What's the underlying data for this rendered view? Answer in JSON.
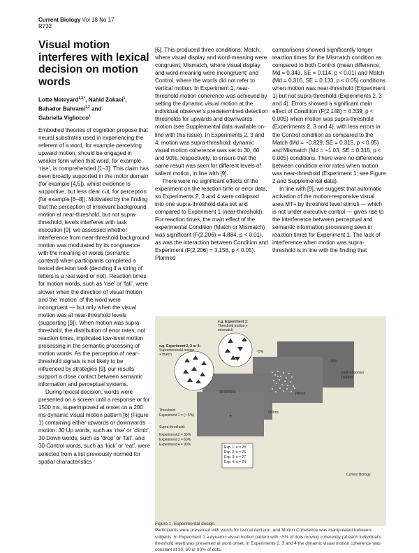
{
  "header": {
    "journal": "Current Biology",
    "volume": " Vol 18 No 17",
    "page": "R732"
  },
  "article": {
    "title": "Visual motion interferes with lexical decision on motion words",
    "authors": [
      {
        "name": "Lotte Meteyard",
        "sup": "1,3,*"
      },
      {
        "name": "Nahid Zokaei",
        "sup": "1"
      },
      {
        "name": "Bahador Bahrami",
        "sup": "1,2"
      },
      {
        "name": "Gabriella Vigliocco",
        "sup": "1"
      }
    ]
  },
  "text": {
    "p1": "Embodied theories of cognition propose that neural substrates used in experiencing the referent of a word, for example perceiving upward motion, should be engaged in weaker form when that word, for example ‘rise’, is comprehended [1–3]. This claim has been broadly supported in the motor domain (for example [4,5]), whilst evidence is supportive, but less clear cut, for perception (for example [6–8]). Motivated by the finding that the perception of irrelevant background motion at near-threshold, but not supra-threshold, levels interferes with task execution [9], we assessed whether interference from near-threshold background motion was modulated by its congruence with the meaning of words (semantic content) when participants completed a lexical decision task (deciding if a string of letters is a real word or not). Reaction times for motion words, such as ‘rise’ or ‘fall’, were slower when the direction of visual motion and the ‘motion’ of the word were incongruent — but only when the visual motion was at near-threshold levels (supporting [9]). When motion was supra-threshold, the distribution of error rates, not reaction times, implicated low-level motion processing in the semantic processing of motion words. As the perception of near-threshold signals is not likely to be influenced by strategies [9], our results support a close contact between semantic information and perceptual systems.",
    "p2": "During lexical decision, words were presented on a screen until a response or for 1500 ms, superimposed at onset on a 200 ms dynamic visual motion pattern [6] (Figure 1) containing either upwards or downwards motion: 30 Up words, such as ‘rise’ or ‘climb’, 30 Down words, such as ‘drop’ or ‘fall’, and 30 Control words, such as ‘kick’ or ‘eat’, were selected from a list previously normed for spatial characteristics",
    "p3": "[6]. This produced three conditions: Match, where visual display and word-meaning were congruent; Mismatch, where visual display and word-meaning were incongruent; and Control, where the words did not refer to vertical motion. In Experiment 1, near-threshold motion coherence was achieved by setting the dynamic visual motion at the individual observer’s predetermined detection thresholds for upwards and downwards motion (see Supplemental data available on-line with this issue). In Experiments 2, 3 and 4, motion was supra-threshold: dynamic visual motion coherence was set to 30, 60 and 90%, respectively, to ensure that the same result was seen for different levels of salient motion, in line with [9].",
    "p4": "There were no significant effects of the experiment on the reaction time or error data, so Experiments 2, 3 and 4 were collapsed into one supra-threshold data set and compared to Experiment 1 (near-threshold). For reaction times, the main effect of the experimental Condition (Match or Mismatch) was significant (F(2,206) = 4.884, p < 0.01), as was the interaction between Condition and Experiment (F(2,206) = 3.158, p < 0.05). Planned",
    "p5": "comparisons showed significantly longer reaction times for the Mismatch condition as compared to both Control (mean difference, Md = 0.343, SE = 0.114, p < 0.01) and Match (Md = 0.316, SE = 0.133, p < 0.05) conditions when motion was near-threshold (Experiment 1) but not supra-threshold (Experiments 2, 3 and 4). Errors showed a significant main effect of Condition (F(2,148) = 6.339, p < 0.005) when motion was supra-threshold (Experiments 2, 3 and 4), with less errors in the Control condition as compared to the Match (Md = −0.829, SE = 0.315, p < 0.05) and Mismatch (Md = −1.03, SE = 0.315, p < 0.005) conditions. There were no differences between condition error rates when motion was near-threshold (Experiment 1; see Figure 2 and Supplemental data).",
    "p6": "In line with [9], we suggest that automatic activation of the motion-responsive visual area MT+ by threshold level stimuli — which is not under executive control — gives rise to the interference between perceptual and semantic information processing seen in reaction times for Experiment 1. The lack of interference when motion was supra-threshold is in line with the finding that"
  },
  "figure": {
    "label_exp1": "e.g. Experiment 1:",
    "label_exp1_sub1": "Threshold motion +",
    "label_exp1_sub2": "mismatch",
    "label_exp234": "e.g. Experiment 2, 3 or 4:",
    "label_exp234_sub1": "Suprathreshold motion",
    "label_exp234_sub2": "+ match",
    "pct_small": "~5%",
    "pct_list": "30/60/90%",
    "word": "rise",
    "until_response": "Until response/",
    "until_ms": "1500ms",
    "ms200": "200ms",
    "ms500": "500ms",
    "threshold_title": "Threshold:",
    "threshold_exp1": "Experiment 1 = (~ 5%)",
    "supra_title": "Supra-threshold:",
    "supra_exp2": "Experiment 2 = 30%",
    "supra_exp3": "Experiment 3 = 60%",
    "supra_exp4": "Experiment 4 = 90%",
    "fixation": "+",
    "n_exp1": "Exp. 1: n = 28",
    "n_exp2": "Exp. 2: n = 26",
    "n_exp3": "Exp. 3: n = 27",
    "n_exp4": "Exp. 4: n = 24",
    "credit": "Current Biology"
  },
  "caption": {
    "title": "Figure 1. Experimental design.",
    "body": "Participants were presented with words for lexical decision, and Motion Coherence was manipulated between-subjects. In Experiment 1 a dynamic visual motion pattern with ~5% of dots moving coherently (at each individual’s threshold level) was presented at word onset, in Experiments 2, 3 and 4 the dynamic visual motion coherence was constant at 30, 60 or 90% of dots."
  }
}
